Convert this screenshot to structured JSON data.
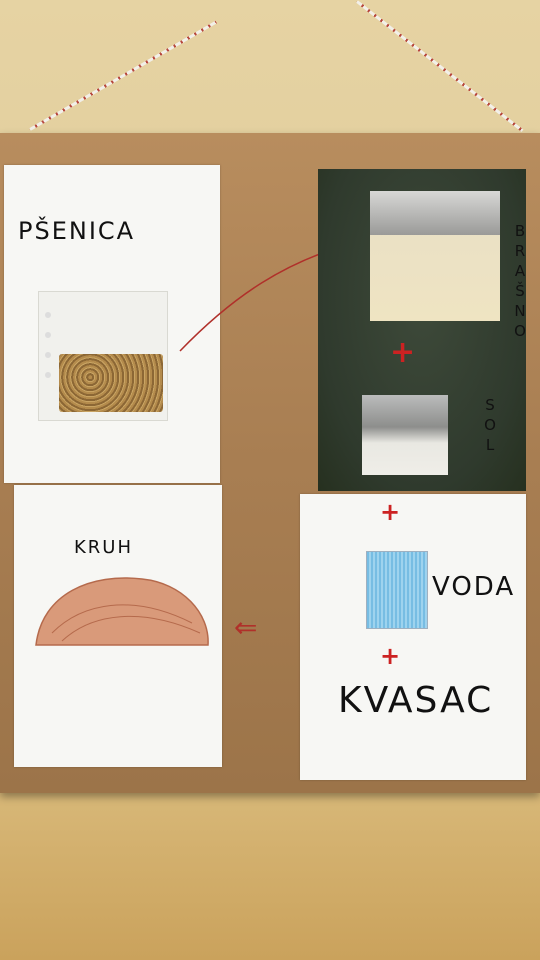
{
  "board": {
    "wheat": {
      "title": "PŠENICA"
    },
    "flour_salt": {
      "flour_label": "BRAŠNO",
      "plus": "+",
      "salt_label": "SOL"
    },
    "water_yeast": {
      "plus_top": "+",
      "water_label": "VODA",
      "plus_mid": "+",
      "yeast_label": "KVASAC"
    },
    "bread": {
      "title": "KRUH"
    },
    "arrow": "⇐"
  },
  "colors": {
    "board": "#a87e52",
    "card": "#f7f7f4",
    "panel_green": "#2f3a2d",
    "plus_red": "#cc2222",
    "water_blue": "#8ccbea"
  }
}
